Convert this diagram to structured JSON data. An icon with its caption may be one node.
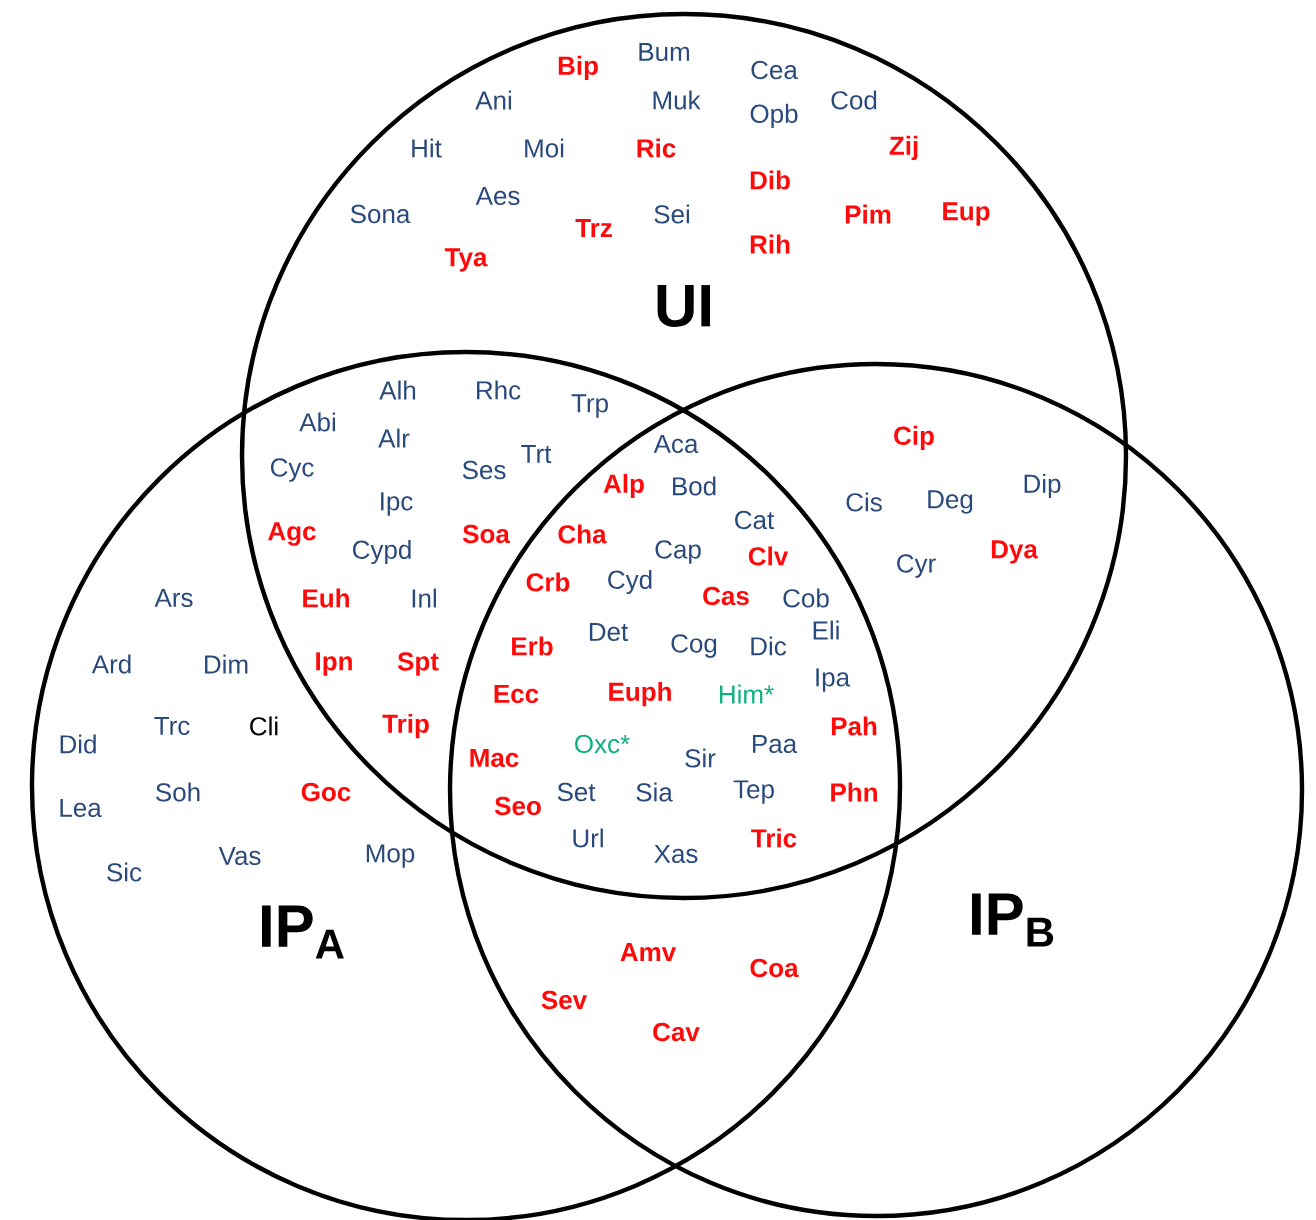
{
  "diagram": {
    "nodes": [
      {
        "text": [
          "UI"
        ]
      },
      {
        "text": [
          "IP$_{A}$"
        ]
      },
      {
        "text": [
          "IP$_{B}$"
        ]
      }
    ],
    "labels": [
      "Bum",
      "Bip",
      "Cea",
      "Ani",
      "Muk",
      "Cod",
      "Opb",
      "Hit",
      "Moi",
      "Ric",
      "Zij",
      "Dib",
      "Aes",
      "Sona",
      "Sei",
      "Pim",
      "Eup",
      "Trz",
      "Rih",
      "Tya",
      "Alh",
      "Rhc",
      "Trp",
      "Abi",
      "Alr",
      "Trt",
      "Cyc",
      "Ses",
      "Ipc",
      "Alp",
      "Agc",
      "Cypd",
      "Soa",
      "Cha",
      "Crb",
      "Ars",
      "Euh",
      "Inl",
      "Ard",
      "Dim",
      "Ipn",
      "Spt",
      "Erb",
      "Det",
      "Did",
      "Trc",
      "Cli",
      "Trip",
      "Ecc",
      "Mac",
      "Soh",
      "Goc",
      "Lea",
      "Seo",
      "Sic",
      "Vas",
      "Mop",
      "Aca",
      "Bod",
      "Cat",
      "Cap",
      "Clv",
      "Cyd",
      "Cas",
      "Cob",
      "Eli",
      "Cog",
      "Dic",
      "Euph",
      "Him*",
      "Ipa",
      "Oxc*",
      "Paa",
      "Pah",
      "Sir",
      "Set",
      "Sia",
      "Tep",
      "Phn",
      "Url",
      "Xas",
      "Tric",
      "Cip",
      "Cis",
      "Deg",
      "Dip",
      "Cyr",
      "Dya",
      "Amv",
      "Coa",
      "Sev",
      "Cav"
    ]
  }
}
